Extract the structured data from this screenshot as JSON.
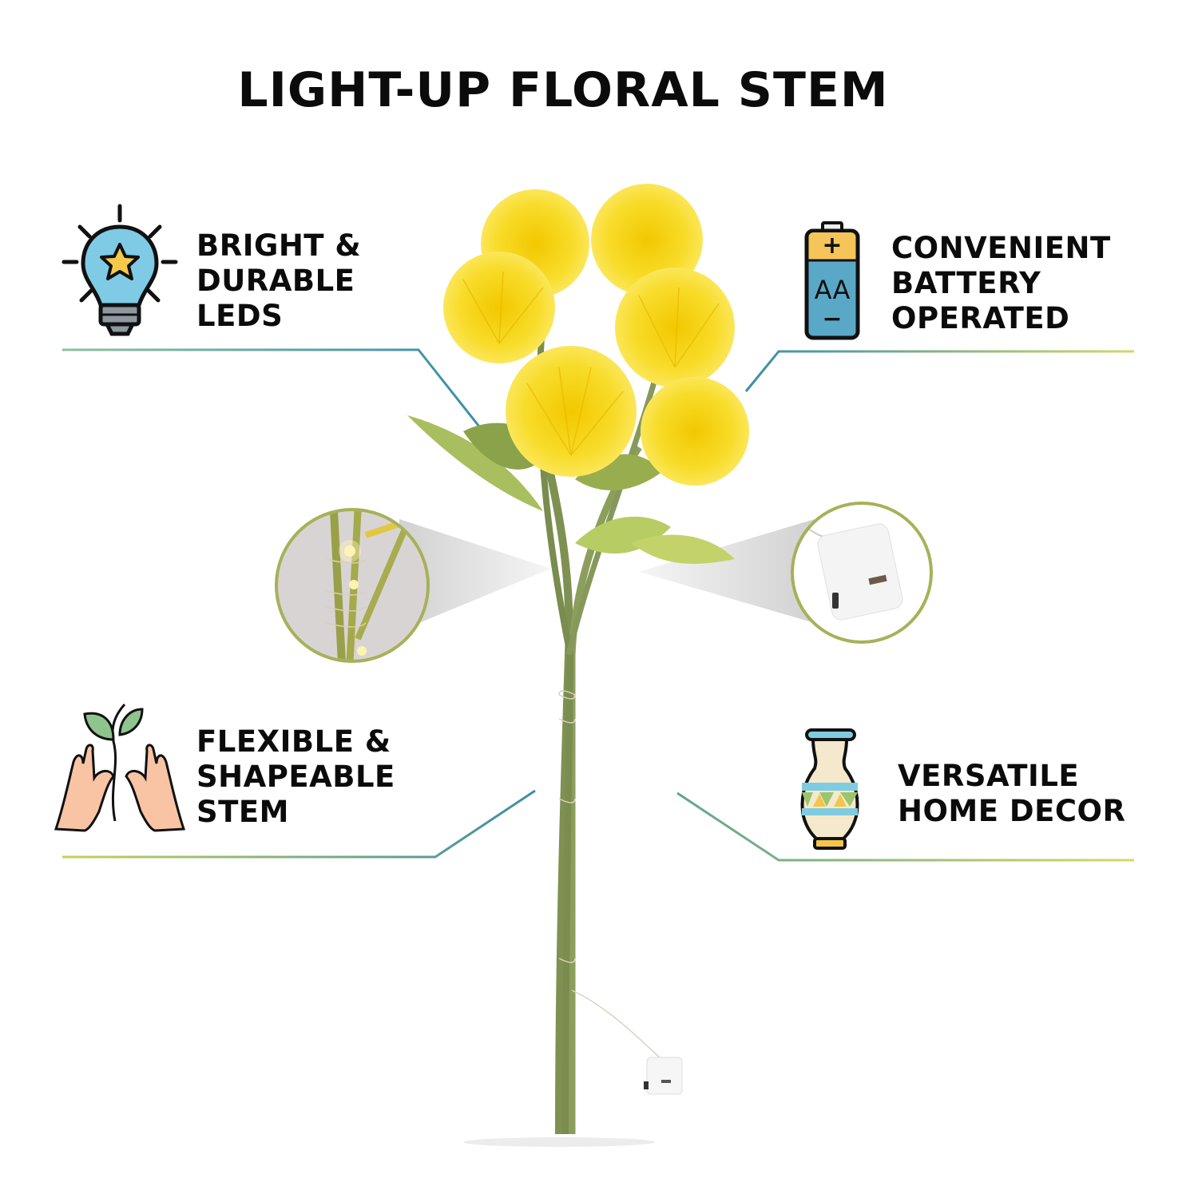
{
  "title": "LIGHT-UP FLORAL STEM",
  "colors": {
    "title_text": "#0b0b0b",
    "line_teal": "#3a8ea8",
    "line_olive": "#c6cf5a",
    "inset_ring": "#a7b158",
    "flower_yellow": "#f6d21e",
    "leaf_green": "#9bb24a",
    "stem_green": "#8a9a5a"
  },
  "features": [
    {
      "id": "leds",
      "icon": "light-bulb-star-icon",
      "lines": [
        "BRIGHT &",
        "DURABLE",
        "LEDS"
      ]
    },
    {
      "id": "battery",
      "icon": "aa-battery-icon",
      "icon_label": "AA",
      "icon_plus": "+",
      "icon_minus": "−",
      "lines": [
        "CONVENIENT",
        "BATTERY",
        "OPERATED"
      ]
    },
    {
      "id": "flexible",
      "icon": "hands-with-sprout-icon",
      "lines": [
        "FLEXIBLE &",
        "SHAPEABLE",
        "STEM"
      ]
    },
    {
      "id": "decor",
      "icon": "vase-icon",
      "lines": [
        "VERSATILE",
        "HOME DECOR"
      ]
    }
  ],
  "insets": [
    {
      "id": "led-closeup",
      "depicts": "fairy-light wire wrapped on stem"
    },
    {
      "id": "battery-box-closeup",
      "depicts": "white battery box with switch"
    }
  ]
}
